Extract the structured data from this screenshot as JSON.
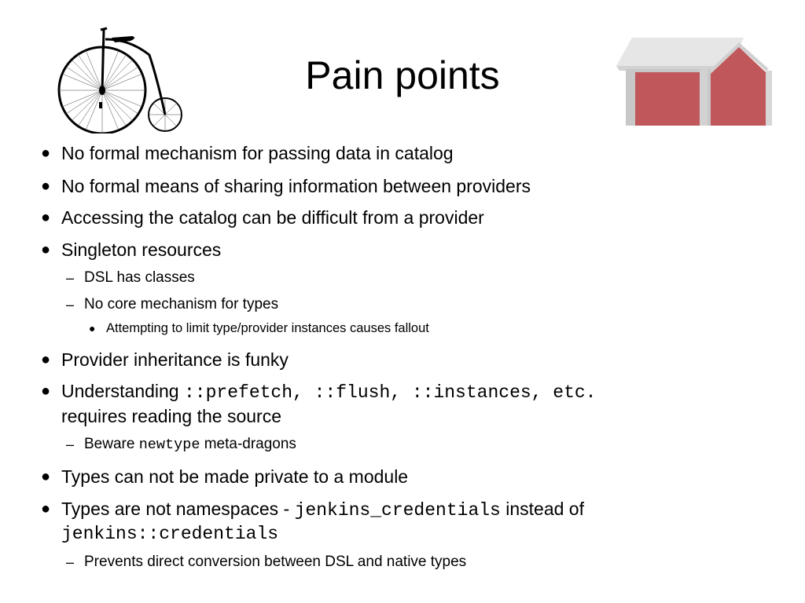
{
  "slide": {
    "title": "Pain points",
    "images": {
      "left": "penny-farthing-bicycle-icon",
      "right": "red-barn-icon"
    },
    "colors": {
      "barn_red": "#c0575a",
      "barn_roof": "#e6e6e6"
    },
    "bullets": [
      {
        "marker": "●",
        "text": "No formal mechanism for passing data in catalog"
      },
      {
        "marker": "●",
        "text": "No formal means of sharing information between providers"
      },
      {
        "marker": "●",
        "text": "Accessing the catalog can be difficult from a provider"
      },
      {
        "marker": "●",
        "text": "Singleton resources"
      },
      {
        "marker": "–",
        "text": "DSL has classes"
      },
      {
        "marker": "–",
        "text": "No core mechanism for types"
      },
      {
        "marker": "●",
        "text": "Attempting to limit type/provider instances causes fallout"
      },
      {
        "marker": "●",
        "text": "Provider inheritance is funky"
      },
      {
        "marker": "●",
        "pre": "Understanding ",
        "code": "::prefetch, ::flush, ::instances, etc.",
        "line2": "requires reading the source"
      },
      {
        "marker": "–",
        "pre": "Beware ",
        "code": "newtype",
        "post": " meta-dragons"
      },
      {
        "marker": "●",
        "text": "Types can not be made private to a module"
      },
      {
        "marker": "●",
        "pre": "Types are not namespaces - ",
        "code": "jenkins_credentials",
        "post": " instead of",
        "line2_code": "jenkins::credentials"
      },
      {
        "marker": "–",
        "text": "Prevents direct conversion between DSL and native types"
      }
    ]
  }
}
